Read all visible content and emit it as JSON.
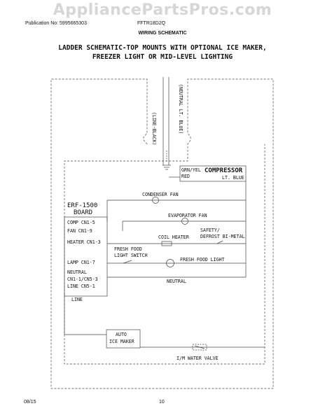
{
  "watermark": "AppliancePartsPros.com",
  "header": {
    "publication": "Publication No: 5995665303",
    "model": "FFTR18D2Q",
    "section": "WIRING SCHEMATIC"
  },
  "title": {
    "line1": "LADDER SCHEMATIC-TOP MOUNTS WITH OPTIONAL ICE MAKER,",
    "line2": "FREEZER LIGHT OR MID-LEVEL LIGHTING"
  },
  "labels": {
    "line_black": "(LINE-BLACK)",
    "neutral_blue": "(NEUTRAL LT. BLUE)",
    "grn_yel": "GRN/YEL",
    "red": "RED",
    "compressor": "COMPRESSOR",
    "lt_blue": "LT. BLUE",
    "condenser_fan": "CONDENSER FAN",
    "erf_1": "ERF-1500",
    "erf_2": "BOARD",
    "evaporator_fan": "EVAPORATOR FAN",
    "comp": "COMP CN1-5",
    "fan": "FAN CN1-9",
    "coil_heater": "COIL HEATER",
    "safety_1": "SAFETY/",
    "safety_2": "DEFROST BI-METAL",
    "heater": "HEATER CN1-3",
    "ff_switch_1": "FRESH FOOD",
    "ff_switch_2": "LIGHT SWITCH",
    "lamp": "LAMP CN1-7",
    "ff_light": "FRESH FOOD LIGHT",
    "neutral_1": "NEUTRAL",
    "neutral_2": "CN1-1/CN5-3",
    "line_cn": "LINE CN5-1",
    "neutral_wire": "NEUTRAL",
    "line": "LINE",
    "ice_1": "AUTO",
    "ice_2": "ICE MAKER",
    "water_valve": "I/M WATER VALVE"
  },
  "footer": {
    "date": "08/15",
    "page": "10"
  }
}
